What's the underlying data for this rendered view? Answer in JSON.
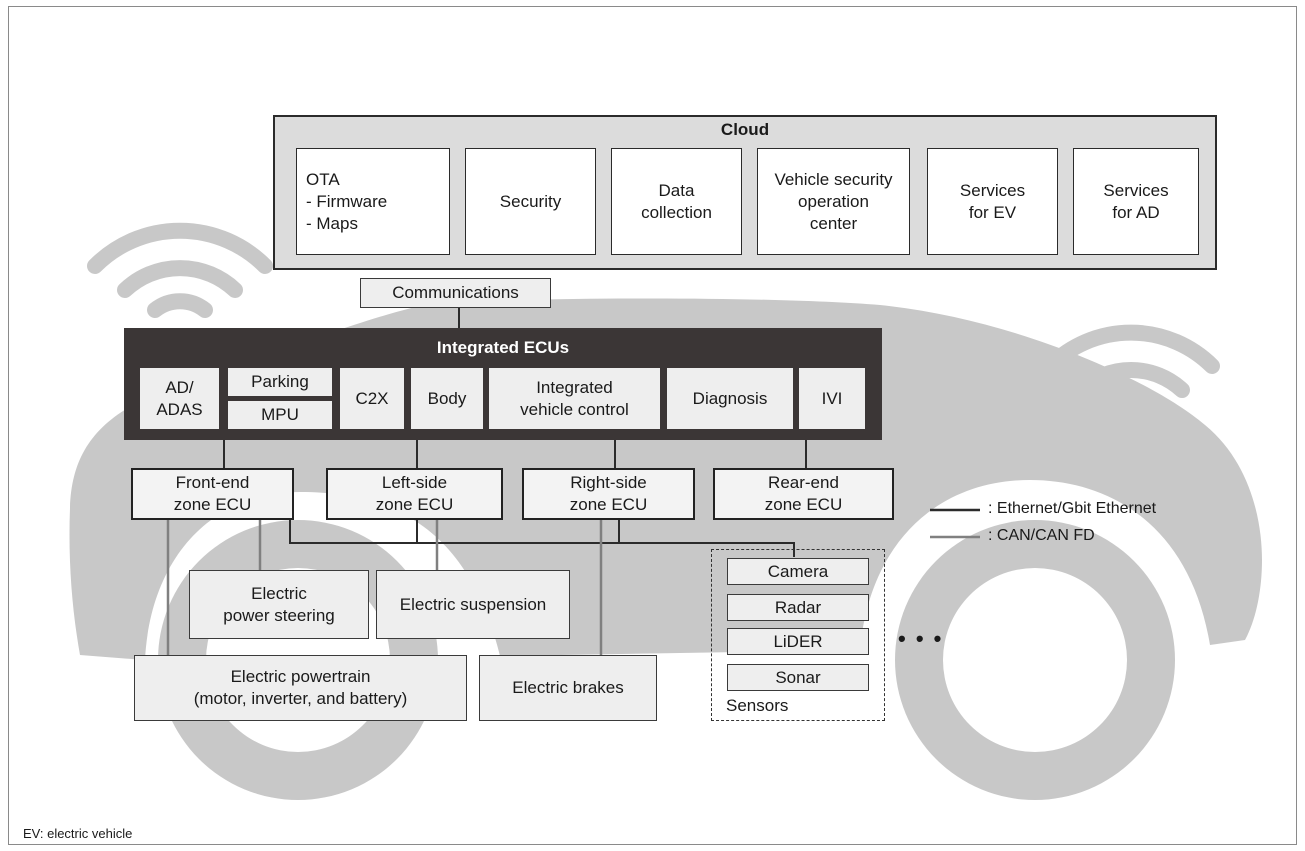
{
  "cloud": {
    "title": "Cloud",
    "services": [
      "OTA\n- Firmware\n- Maps",
      "Security",
      "Data\ncollection",
      "Vehicle security\noperation\ncenter",
      "Services\nfor EV",
      "Services\nfor AD"
    ]
  },
  "communications": "Communications",
  "integrated_ecus": {
    "title": "Integrated ECUs",
    "items": {
      "ad_adas": "AD/\nADAS",
      "parking": "Parking",
      "mpu": "MPU",
      "c2x": "C2X",
      "body": "Body",
      "integrated_vehicle_control": "Integrated\nvehicle control",
      "diagnosis": "Diagnosis",
      "ivi": "IVI"
    }
  },
  "zone_ecus": [
    "Front-end\nzone ECU",
    "Left-side\nzone ECU",
    "Right-side\nzone ECU",
    "Rear-end\nzone ECU"
  ],
  "actuators": {
    "power_steering": "Electric\npower steering",
    "suspension": "Electric suspension",
    "powertrain": "Electric powertrain\n(motor, inverter, and battery)",
    "brakes": "Electric brakes"
  },
  "sensors": {
    "label": "Sensors",
    "items": [
      "Camera",
      "Radar",
      "LiDER",
      "Sonar"
    ],
    "more": "• • •"
  },
  "legend": {
    "ethernet": ": Ethernet/Gbit Ethernet",
    "can": ": CAN/CAN FD"
  },
  "footnote": "EV: electric vehicle",
  "colors": {
    "car_silhouette": "#c8c8c8",
    "ecu_panel": "#3b3636",
    "cloud_panel": "#dcdcdc",
    "ethernet_line": "#2b2b2b",
    "can_line": "#808080"
  }
}
